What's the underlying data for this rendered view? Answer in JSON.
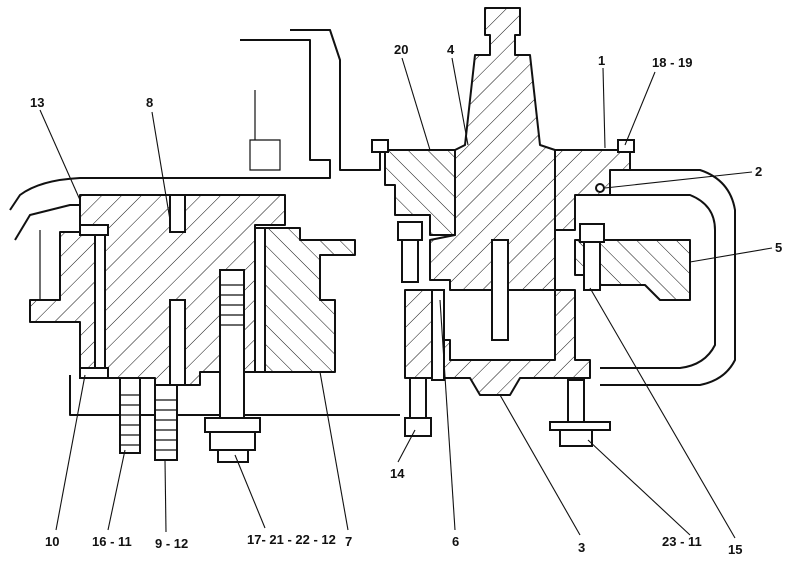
{
  "callouts": {
    "c1": "1",
    "c2": "2",
    "c3": "3",
    "c4": "4",
    "c5": "5",
    "c6": "6",
    "c7": "7",
    "c8": "8",
    "c10": "10",
    "c13": "13",
    "c14": "14",
    "c15": "15",
    "c20": "20",
    "c18_19": "18 - 19",
    "c16_11": "16 - 11",
    "c9_12": "9  - 12",
    "c17_21_22_12": "17- 21 - 22  - 12",
    "c23_11": "23  - 11"
  }
}
